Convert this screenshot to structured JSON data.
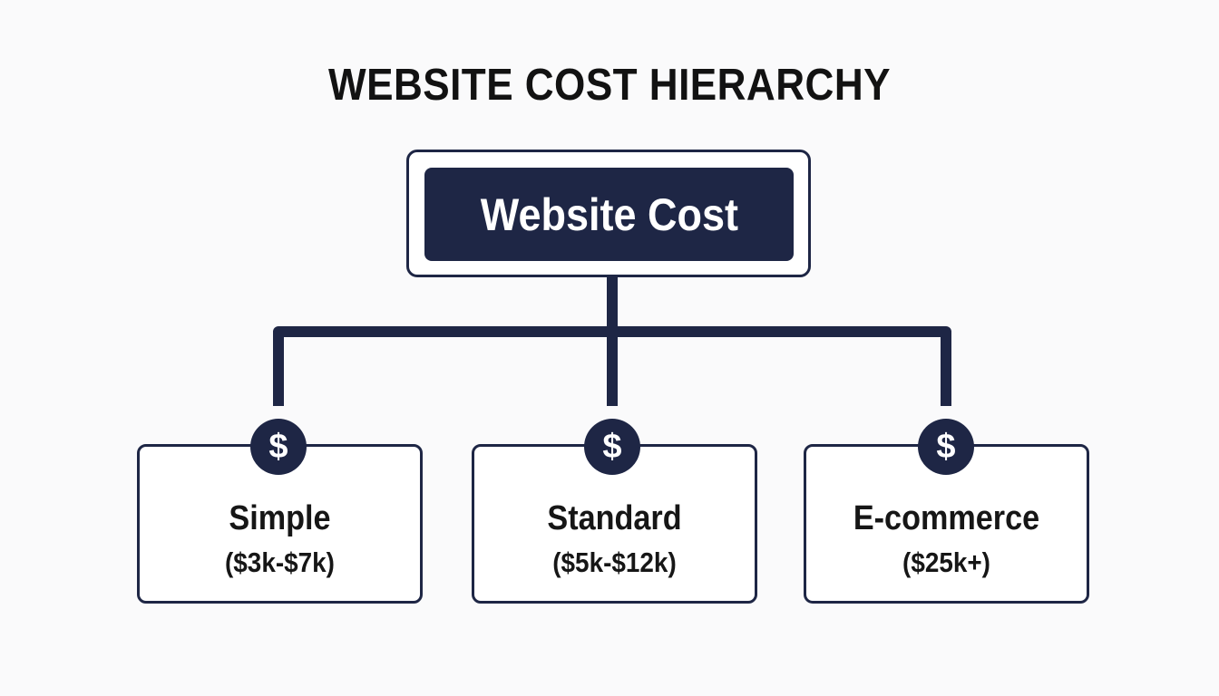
{
  "title": "WEBSITE COST HIERARCHY",
  "root": {
    "label": "Website Cost"
  },
  "tiers": [
    {
      "name": "Simple",
      "price": "($3k-$7k)",
      "icon": "dollar-icon"
    },
    {
      "name": "Standard",
      "price": "($5k-$12k)",
      "icon": "dollar-icon"
    },
    {
      "name": "E-commerce",
      "price": "($25k+)",
      "icon": "dollar-icon"
    }
  ],
  "icon_glyph": "$",
  "colors": {
    "navy": "#1e2645",
    "text": "#121212",
    "background": "#fafafb",
    "box_fill": "#ffffff"
  }
}
